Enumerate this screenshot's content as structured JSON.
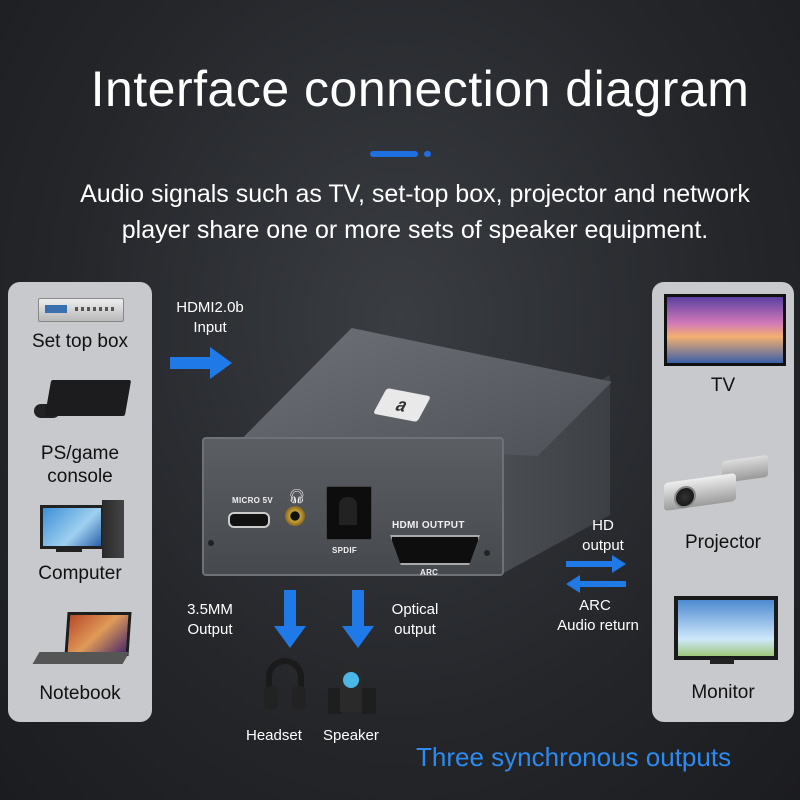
{
  "title": "Interface connection diagram",
  "subtitle_line1": "Audio signals such as TV, set-top box, projector and network",
  "subtitle_line2": "player share one or more sets of speaker equipment.",
  "inputs": [
    {
      "label_line1": "Set top box",
      "label_line2": ""
    },
    {
      "label_line1": "PS/game",
      "label_line2": "console"
    },
    {
      "label_line1": "Computer",
      "label_line2": ""
    },
    {
      "label_line1": "Notebook",
      "label_line2": ""
    }
  ],
  "outputs": [
    {
      "label": "TV"
    },
    {
      "label": "Projector"
    },
    {
      "label": "Monitor"
    }
  ],
  "device": {
    "logo": "a",
    "micro_port_label": "MICRO 5V",
    "spdif_label": "SPDIF",
    "hdmi_output_label": "HDMI OUTPUT",
    "arc_label": "ARC"
  },
  "arrows": {
    "hdmi_input_line1": "HDMI2.0b",
    "hdmi_input_line2": "Input",
    "hd_output_line1": "HD",
    "hd_output_line2": "output",
    "arc_line1": "ARC",
    "arc_line2": "Audio return",
    "analog_line1": "3.5MM",
    "analog_line2": "Output",
    "optical_line1": "Optical",
    "optical_line2": "output"
  },
  "audio_devices": {
    "headset": "Headset",
    "speaker": "Speaker"
  },
  "footer": "Three synchronous outputs",
  "colors": {
    "accent": "#1f7ae8",
    "footer": "#2c8af0",
    "panel": "#c7c9cc"
  }
}
